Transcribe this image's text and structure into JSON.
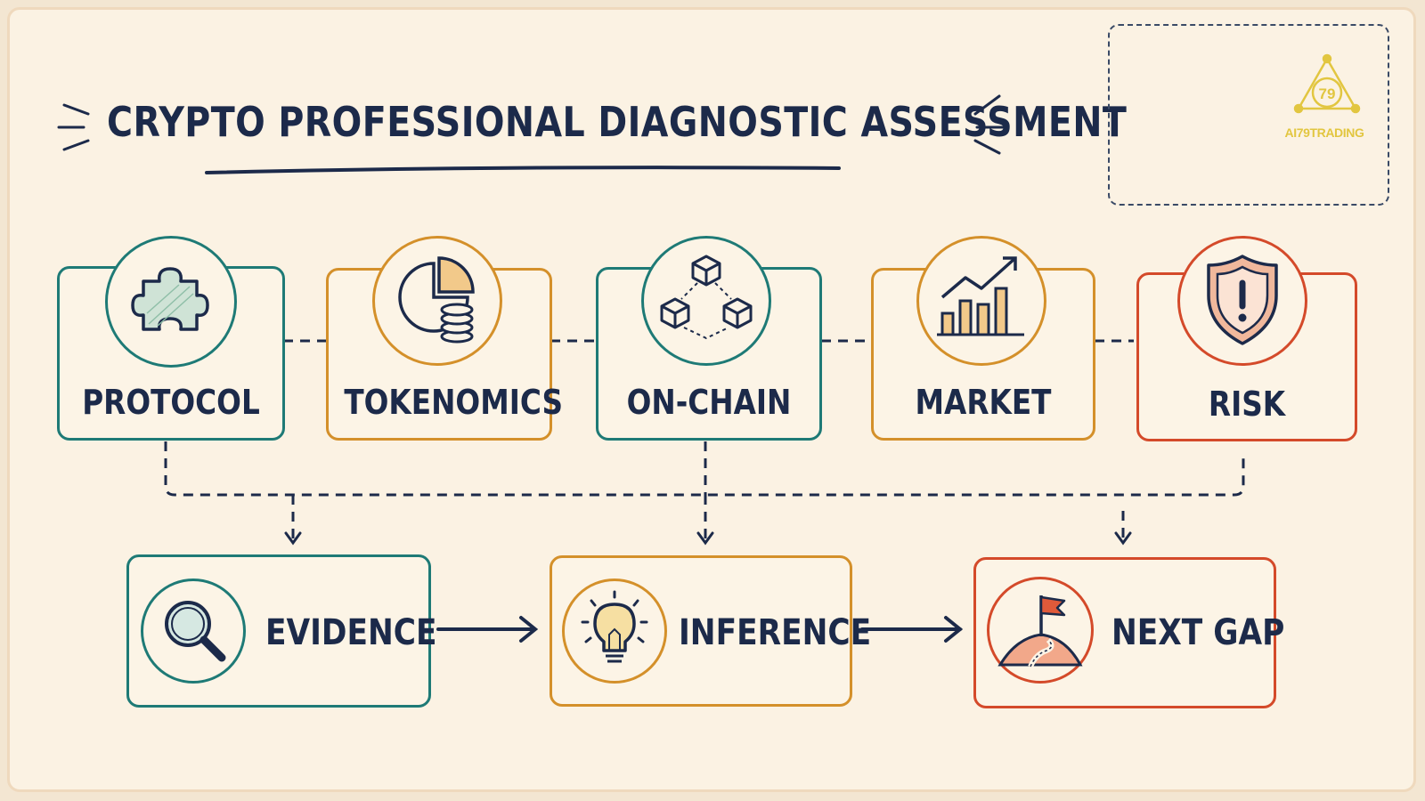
{
  "header": {
    "title": "CRYPTO PROFESSIONAL DIAGNOSTIC ASSESSMENT"
  },
  "logo": {
    "mark": "79",
    "text": "AI79TRADING"
  },
  "pillars": [
    {
      "label": "PROTOCOL",
      "icon": "puzzle-icon",
      "color": "#1e7a76"
    },
    {
      "label": "TOKENOMICS",
      "icon": "pie-coins-icon",
      "color": "#d4902a"
    },
    {
      "label": "ON-CHAIN",
      "icon": "blocks-icon",
      "color": "#1e7a76"
    },
    {
      "label": "MARKET",
      "icon": "bar-chart-icon",
      "color": "#d4902a"
    },
    {
      "label": "RISK",
      "icon": "shield-alert-icon",
      "color": "#d44a2a"
    }
  ],
  "steps": [
    {
      "label": "EVIDENCE",
      "icon": "magnifier-icon",
      "color": "#1e7a76"
    },
    {
      "label": "INFERENCE",
      "icon": "lightbulb-icon",
      "color": "#d4902a"
    },
    {
      "label": "NEXT GAP",
      "icon": "flag-road-icon",
      "color": "#d44a2a"
    }
  ],
  "colors": {
    "ink": "#1c2a4a",
    "teal": "#1e7a76",
    "orange": "#d4902a",
    "red": "#d44a2a",
    "background": "#fbf2e3"
  }
}
